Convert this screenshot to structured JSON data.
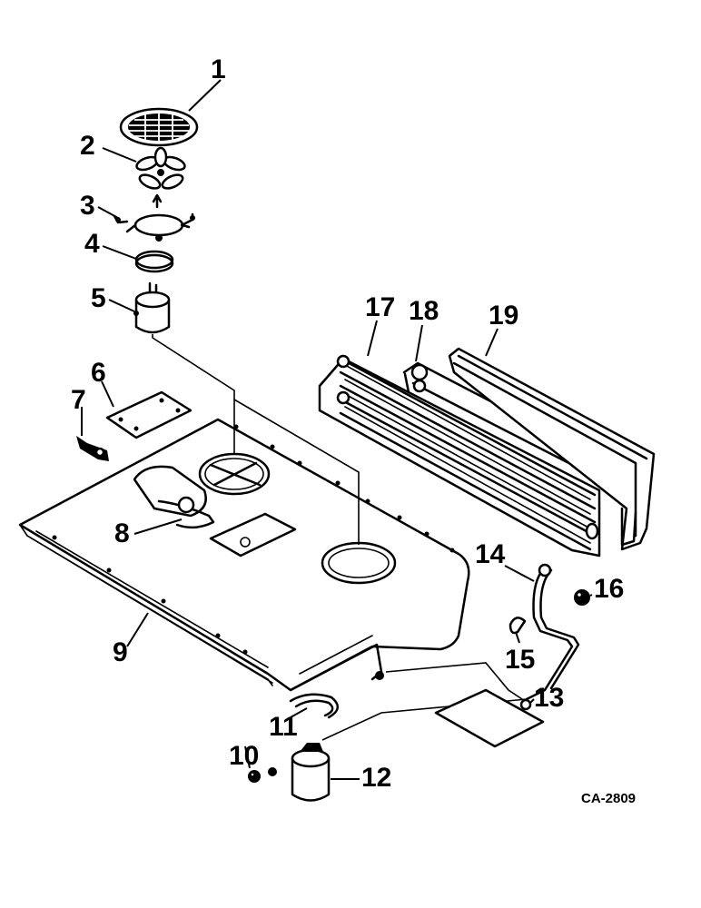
{
  "figure": {
    "drawing_code": "CA-2809",
    "callouts": [
      {
        "n": "1",
        "part": "grille"
      },
      {
        "n": "2",
        "part": "fan"
      },
      {
        "n": "3",
        "part": "motor-mount"
      },
      {
        "n": "4",
        "part": "mount-ring"
      },
      {
        "n": "5",
        "part": "motor"
      },
      {
        "n": "6",
        "part": "cover-plate"
      },
      {
        "n": "7",
        "part": "connector"
      },
      {
        "n": "8",
        "part": "drain-fitting"
      },
      {
        "n": "9",
        "part": "base-panel"
      },
      {
        "n": "10",
        "part": "fitting"
      },
      {
        "n": "11",
        "part": "hose-clip"
      },
      {
        "n": "12",
        "part": "receiver-drier"
      },
      {
        "n": "13",
        "part": "cover-plate"
      },
      {
        "n": "14",
        "part": "line"
      },
      {
        "n": "15",
        "part": "clip"
      },
      {
        "n": "16",
        "part": "cap"
      },
      {
        "n": "17",
        "part": "coil"
      },
      {
        "n": "18",
        "part": "coil"
      },
      {
        "n": "19",
        "part": "coil-frame"
      }
    ]
  }
}
